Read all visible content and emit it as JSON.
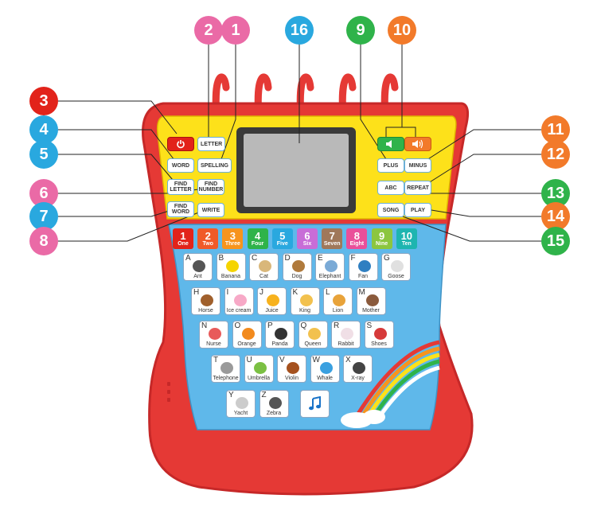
{
  "callouts": [
    {
      "num": "1",
      "color": "#ea6aa6"
    },
    {
      "num": "2",
      "color": "#ea6aa6"
    },
    {
      "num": "3",
      "color": "#e2231a"
    },
    {
      "num": "4",
      "color": "#29a8df"
    },
    {
      "num": "5",
      "color": "#29a8df"
    },
    {
      "num": "6",
      "color": "#ea6aa6"
    },
    {
      "num": "7",
      "color": "#29a8df"
    },
    {
      "num": "8",
      "color": "#ea6aa6"
    },
    {
      "num": "9",
      "color": "#2fb34a"
    },
    {
      "num": "10",
      "color": "#f27a2a"
    },
    {
      "num": "11",
      "color": "#f27a2a"
    },
    {
      "num": "12",
      "color": "#f27a2a"
    },
    {
      "num": "13",
      "color": "#2fb34a"
    },
    {
      "num": "14",
      "color": "#f27a2a"
    },
    {
      "num": "15",
      "color": "#2fb34a"
    },
    {
      "num": "16",
      "color": "#29a8df"
    }
  ],
  "controls": {
    "power_icon": "power-icon",
    "letter": "LETTER",
    "word": "WORD",
    "spelling": "SPELLING",
    "find_letter": "FIND LETTER",
    "find_number": "FIND NUMBER",
    "find_word": "FIND WORD",
    "write": "WRITE",
    "plus": "PLUS",
    "minus": "MINUS",
    "abc": "ABC",
    "repeat": "REPEAT",
    "song": "SONG",
    "play": "PLAY",
    "volume_down_icon": "speaker-low-icon",
    "volume_up_icon": "speaker-high-icon"
  },
  "numbers": [
    {
      "digit": "1",
      "word": "One",
      "color": "#e2231a"
    },
    {
      "digit": "2",
      "word": "Two",
      "color": "#f05a28"
    },
    {
      "digit": "3",
      "word": "Three",
      "color": "#f7941d"
    },
    {
      "digit": "4",
      "word": "Four",
      "color": "#2fb34a"
    },
    {
      "digit": "5",
      "word": "Five",
      "color": "#29a8df"
    },
    {
      "digit": "6",
      "word": "Six",
      "color": "#c86dd7"
    },
    {
      "digit": "7",
      "word": "Seven",
      "color": "#a0785a"
    },
    {
      "digit": "8",
      "word": "Eight",
      "color": "#ea4f9a"
    },
    {
      "digit": "9",
      "word": "Nine",
      "color": "#8cc63f"
    },
    {
      "digit": "10",
      "word": "Ten",
      "color": "#1eb5b0"
    }
  ],
  "letters": [
    {
      "letter": "A",
      "word": "Ant",
      "color": "#555555"
    },
    {
      "letter": "B",
      "word": "Banana",
      "color": "#f5d400"
    },
    {
      "letter": "C",
      "word": "Cat",
      "color": "#d9b77a"
    },
    {
      "letter": "D",
      "word": "Dog",
      "color": "#b07a3c"
    },
    {
      "letter": "E",
      "word": "Elephant",
      "color": "#7aaad6"
    },
    {
      "letter": "F",
      "word": "Fan",
      "color": "#2f7fc1"
    },
    {
      "letter": "G",
      "word": "Goose",
      "color": "#e0e0e0"
    },
    {
      "letter": "H",
      "word": "Horse",
      "color": "#a0602c"
    },
    {
      "letter": "I",
      "word": "Ice cream",
      "color": "#f7a9c7"
    },
    {
      "letter": "J",
      "word": "Juice",
      "color": "#f7b21d"
    },
    {
      "letter": "K",
      "word": "King",
      "color": "#f2c14e"
    },
    {
      "letter": "L",
      "word": "Lion",
      "color": "#e8a33a"
    },
    {
      "letter": "M",
      "word": "Mother",
      "color": "#8a5a3c"
    },
    {
      "letter": "N",
      "word": "Nurse",
      "color": "#e85a5a"
    },
    {
      "letter": "O",
      "word": "Orange",
      "color": "#f28a1d"
    },
    {
      "letter": "P",
      "word": "Panda",
      "color": "#333333"
    },
    {
      "letter": "Q",
      "word": "Queen",
      "color": "#f2c14e"
    },
    {
      "letter": "R",
      "word": "Rabbit",
      "color": "#f0dfe6"
    },
    {
      "letter": "S",
      "word": "Shoes",
      "color": "#d63a3a"
    },
    {
      "letter": "T",
      "word": "Telephone",
      "color": "#9a9a9a"
    },
    {
      "letter": "U",
      "word": "Umbrella",
      "color": "#7bc043"
    },
    {
      "letter": "V",
      "word": "Violin",
      "color": "#a5511e"
    },
    {
      "letter": "W",
      "word": "Whale",
      "color": "#3aa0e0"
    },
    {
      "letter": "X",
      "word": "X-ray",
      "color": "#444444"
    },
    {
      "letter": "Y",
      "word": "Yacht",
      "color": "#cccccc"
    },
    {
      "letter": "Z",
      "word": "Zebra",
      "color": "#555555"
    }
  ],
  "music_icon": "music-note-icon",
  "colors": {
    "body": "#e53935",
    "panel_yellow": "#fde11a",
    "panel_blue": "#5fb8ea",
    "screen": "#b9b9b9"
  }
}
